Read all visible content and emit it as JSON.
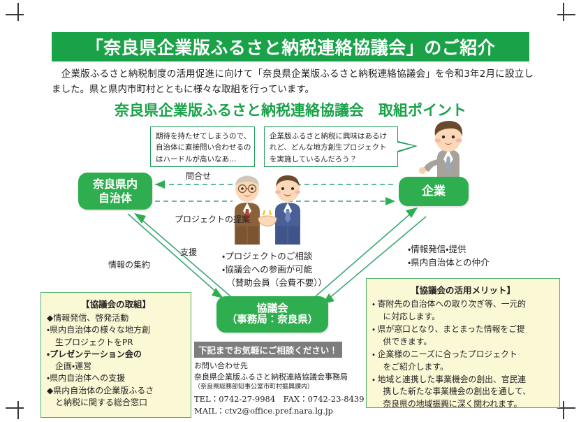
{
  "document": {
    "title": "「奈良県企業版ふるさと納税連絡協議会」のご紹介",
    "intro": "　企業版ふるさと納税制度の活用促進に向けて「奈良県企業版ふるさと納税連絡協議会」を令和3年2月に設立しました。県と県内市町村とともに様々な取組を行っています。",
    "section_heading": "奈良県企業版ふるさと納税連絡協議会　取組ポイント"
  },
  "bubbles": {
    "left": [
      "期待を持たせてしまうので、",
      "自治体に直接問い合わせるの",
      "はハードルが高いなあ…"
    ],
    "right": [
      "企業版ふるさと納税に興味はあるけ",
      "れど、どんな地方創生プロジェクト",
      "を実施しているんだろう？"
    ]
  },
  "diagram": {
    "nodes": {
      "municipality": [
        "奈良県内",
        "自治体"
      ],
      "company": [
        "企業"
      ],
      "council": [
        "協議会",
        "（事務局：奈良県）"
      ]
    },
    "labels": {
      "inquiry": "問合せ",
      "proposal": "プロジェクトの提案",
      "support": "支援",
      "aggregate": "情報の集約"
    },
    "center_bullets": [
      "・プロジェクトのご相談",
      "・協議会への参画が可能",
      "　（賛助会員（会費不要））"
    ],
    "company_bullets": [
      "・情報発信・提供",
      "・県内自治体との仲介"
    ],
    "accent_color": "#2eae4e",
    "arrow_color": "#3aa876"
  },
  "panels": {
    "activities": {
      "heading": "【協議会の取組】",
      "lines": [
        {
          "text": "◆情報発信、啓発活動",
          "bold": false
        },
        {
          "text": "・県内自治体の様々な地方創",
          "bold": false
        },
        {
          "text": "　生プロジェクトをPR",
          "bold": false
        },
        {
          "text": "・プレゼンテーション会の",
          "bold": true
        },
        {
          "text": "　企画・運営",
          "bold": false
        },
        {
          "text": "・県内自治体への支援",
          "bold": false
        },
        {
          "text": "◆県内自治体の企業版ふるさ",
          "bold": false
        },
        {
          "text": "　と納税に関する総合窓口",
          "bold": false
        }
      ]
    },
    "merits": {
      "heading": "【協議会の活用メリット】",
      "lines": [
        {
          "text": "・ 寄附先の自治体への取り次ぎ等、一元的",
          "bold": false
        },
        {
          "text": "　 に対応します。",
          "bold": false
        },
        {
          "text": "・ 県が窓口となり、まとまった情報をご提",
          "bold": false
        },
        {
          "text": "　 供できます。",
          "bold": false
        },
        {
          "text": "・ 企業様のニーズに合ったプロジェクト",
          "bold": false
        },
        {
          "text": "　 をご紹介します。",
          "bold": false
        },
        {
          "text": "・ 地域と連携した事業機会の創出、官民連",
          "bold": false
        },
        {
          "text": "　 携した新たな事業機会の創出を通して、",
          "bold": false
        },
        {
          "text": "　 奈良県の地域振興に深く関われます。",
          "bold": false
        }
      ]
    }
  },
  "contact": {
    "banner": "下記までお気軽にご相談ください！",
    "label": "お問い合わせ先",
    "office": "奈良県企業版ふるさと納税連絡協議会事務局",
    "office_sub": "（奈良県総務部知事公室市町村振興課内）",
    "tel_fax": "TEL：0742-27-9984　FAX：0742-23-8439",
    "mail": "MAIL：ctv2@office.pref.nara.lg.jp"
  }
}
